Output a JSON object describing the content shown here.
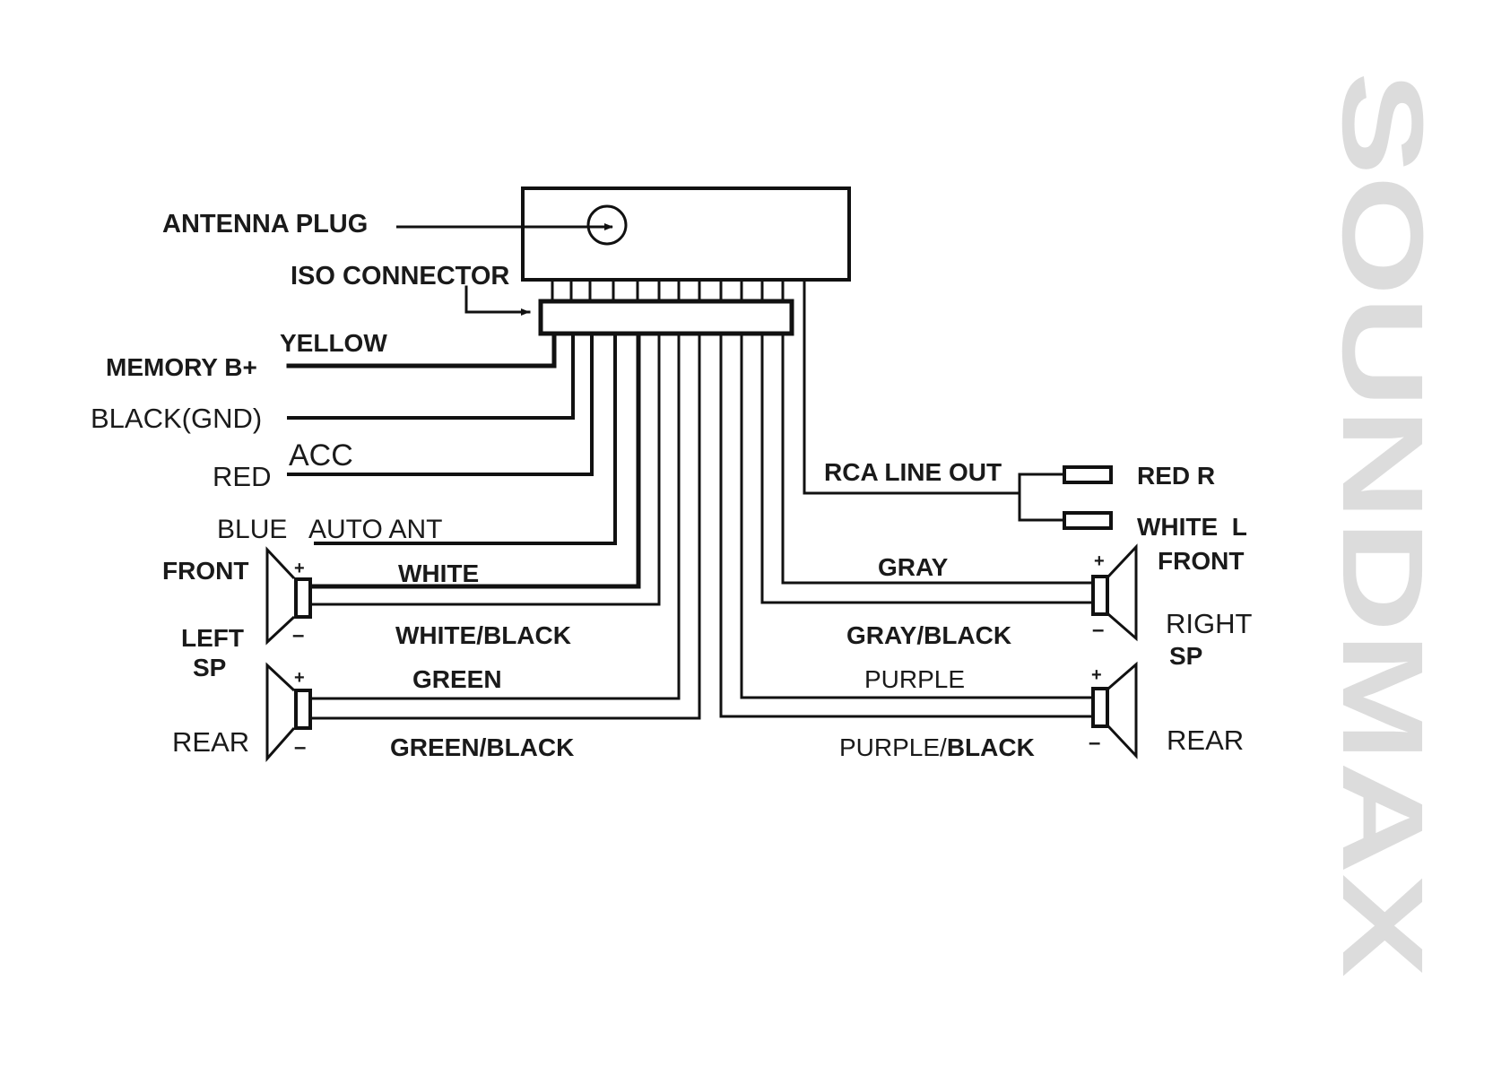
{
  "brand": "SOUNDMAX",
  "colors": {
    "line": "#111111",
    "text": "#1a1a1a",
    "watermark": "#dcdcdc",
    "background": "#ffffff"
  },
  "head_unit": {
    "antenna_label": "ANTENNA PLUG",
    "iso_label": "ISO CONNECTOR"
  },
  "left_wires": [
    {
      "color": "YELLOW",
      "function": "MEMORY B+"
    },
    {
      "color": "BLACK(GND)",
      "function": ""
    },
    {
      "color": "RED",
      "function": "ACC"
    },
    {
      "color": "BLUE",
      "function": "AUTO ANT"
    }
  ],
  "left_speakers": {
    "side_label_1": "LEFT",
    "side_label_2": "SP",
    "front": {
      "label": "FRONT",
      "plus_wire": "WHITE",
      "minus_wire": "WHITE/BLACK",
      "plus": "+",
      "minus": "–"
    },
    "rear": {
      "label": "REAR",
      "plus_wire": "GREEN",
      "minus_wire": "GREEN/BLACK",
      "plus": "+",
      "minus": "–"
    }
  },
  "right_speakers": {
    "side_label_1": "RIGHT",
    "side_label_2": "SP",
    "front": {
      "label": "FRONT",
      "plus_wire": "GRAY",
      "minus_wire": "GRAY/BLACK",
      "plus": "+",
      "minus": "–"
    },
    "rear": {
      "label": "REAR",
      "plus_wire": "PURPLE",
      "minus_wire_a": "PURPLE/",
      "minus_wire_b": "BLACK",
      "plus": "+",
      "minus": "–"
    }
  },
  "rca": {
    "label": "RCA LINE OUT",
    "right": "RED R",
    "left": "WHITE  L"
  }
}
